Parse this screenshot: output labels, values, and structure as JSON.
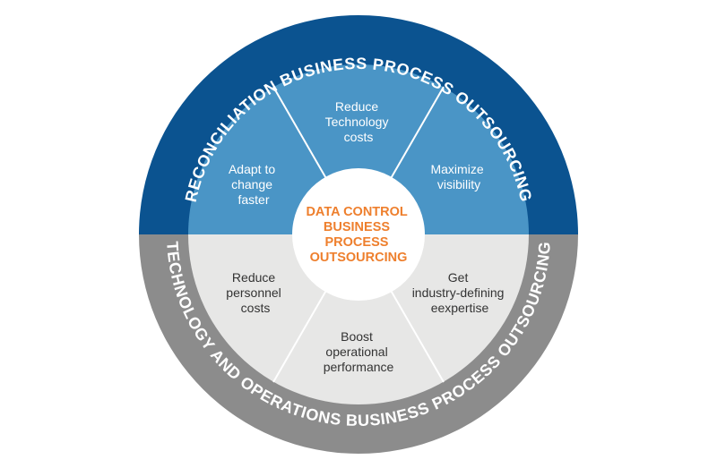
{
  "outer_ring": {
    "top_label": "RECONCILIATION BUSINESS PROCESS OUTSOURCING",
    "bottom_label": "TECHNOLOGY AND OPERATIONS BUSINESS PROCESS OUTSOURCING"
  },
  "center": {
    "lines": [
      "DATA CONTROL",
      "BUSINESS",
      "PROCESS",
      "OUTSOURCING"
    ]
  },
  "segments": [
    {
      "id": "reduce-technology-costs",
      "lines": [
        "Reduce",
        "Technology",
        "costs"
      ]
    },
    {
      "id": "maximize-visibility",
      "lines": [
        "Maximize",
        "visibility"
      ]
    },
    {
      "id": "adapt-to-change-faster",
      "lines": [
        "Adapt to",
        "change",
        "faster"
      ]
    },
    {
      "id": "reduce-personnel-costs",
      "lines": [
        "Reduce",
        "personnel",
        "costs"
      ]
    },
    {
      "id": "get-industry-defining-expertise",
      "lines": [
        "Get",
        "industry-defining",
        "eexpertise"
      ]
    },
    {
      "id": "boost-operational-performance",
      "lines": [
        "Boost",
        "operational",
        "performance"
      ]
    }
  ],
  "colors": {
    "top_ring": "#0b5390",
    "bottom_ring": "#8c8c8c",
    "top_segment": "#4a95c6",
    "bottom_segment": "#e7e7e6",
    "center_text": "#ee7f2d",
    "divider": "#ffffff"
  }
}
